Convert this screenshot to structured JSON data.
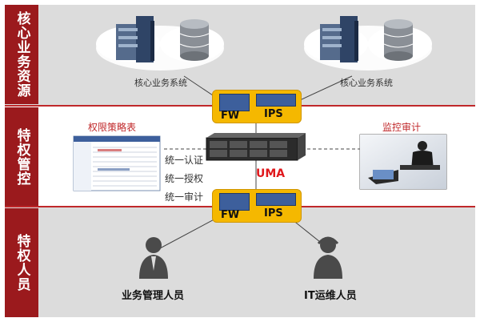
{
  "sections": {
    "core": "核心业务资源",
    "control": "特权管控",
    "staff": "特权人员"
  },
  "core": {
    "system_left": "核心业务系统",
    "system_right": "核心业务系统"
  },
  "firewall": {
    "fw": "FW",
    "ips": "IPS"
  },
  "policy_table_label": "权限策略表",
  "audit_label": "监控审计",
  "unified": [
    "统一认证",
    "统一授权",
    "统一审计"
  ],
  "uma_label": "UMA",
  "people": {
    "business": "业务管理人员",
    "it": "IT运维人员"
  },
  "colors": {
    "brand_red": "#9b1a1d",
    "accent_yellow": "#f5b800",
    "band_gray": "#d9d9d9",
    "divider_red": "#c0282a"
  }
}
